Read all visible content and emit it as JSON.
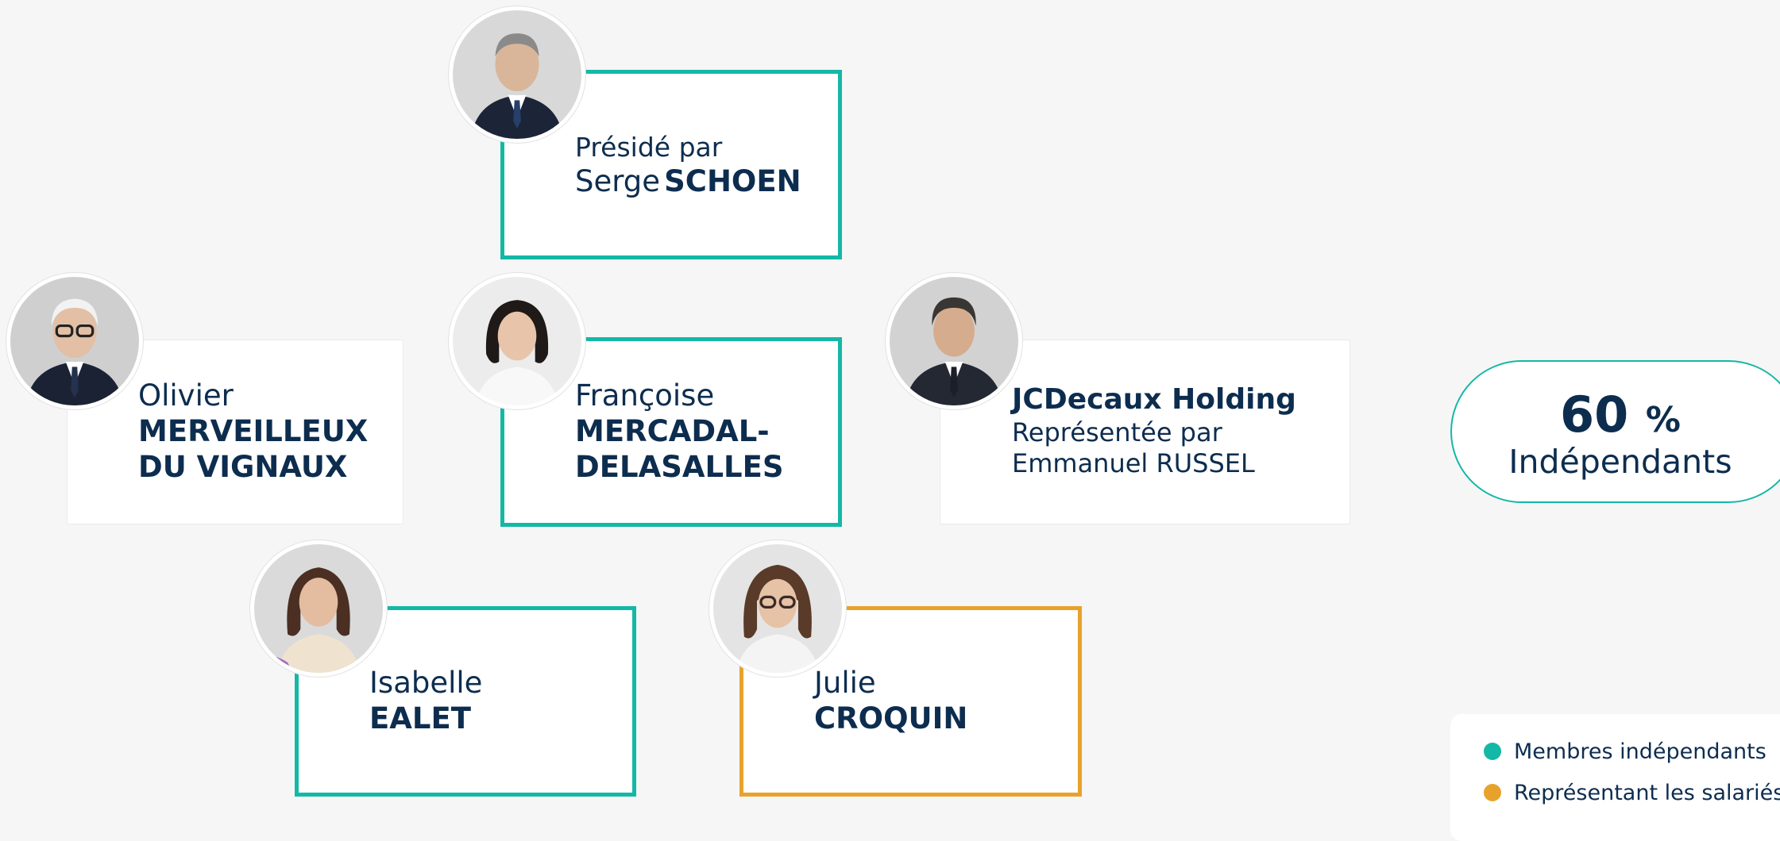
{
  "colors": {
    "independent": "#14b8a6",
    "employee_rep": "#e8a22c",
    "text": "#0d2d4f"
  },
  "chair": {
    "prefix": "Présidé par",
    "first": "Serge",
    "last": "SCHOEN",
    "category": "independent"
  },
  "members": [
    {
      "first": "Olivier",
      "last_line1": "MERVEILLEUX",
      "last_line2": "DU VIGNAUX",
      "category": "none"
    },
    {
      "first": "Françoise",
      "last_line1": "MERCADAL-",
      "last_line2": "DELASALLES",
      "category": "independent"
    },
    {
      "org": "JCDecaux Holding",
      "represented_by": "Représentée par",
      "rep_name": "Emmanuel RUSSEL",
      "category": "none"
    },
    {
      "first": "Isabelle",
      "last_line1": "EALET",
      "category": "independent"
    },
    {
      "first": "Julie",
      "last_line1": "CROQUIN",
      "category": "employee_rep"
    }
  ],
  "independence": {
    "value": "60",
    "unit": "%",
    "label": "Indépendants"
  },
  "legend": {
    "independent": "Membres indépendants",
    "employee_rep": "Représentant les salariés"
  }
}
